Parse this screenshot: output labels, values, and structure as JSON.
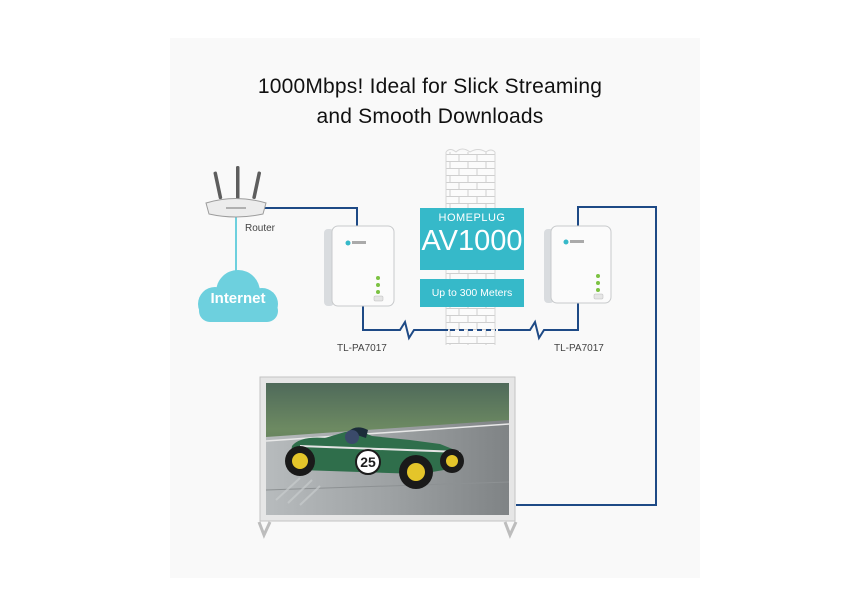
{
  "title": {
    "line1": "1000Mbps! Ideal for Slick Streaming",
    "line2": "and Smooth Downloads"
  },
  "labels": {
    "router": "Router",
    "internet": "Internet",
    "adapter_left": "TL-PA7017",
    "adapter_right": "TL-PA7017"
  },
  "badge": {
    "standard": "HOMEPLUG",
    "speed": "AV1000",
    "range": "Up to 300 Meters"
  },
  "tv": {
    "car_number": "25"
  },
  "colors": {
    "cable": "#1e4a86",
    "accent": "#36b9c9",
    "cloud": "#6dd0de"
  },
  "icons": [
    "router-icon",
    "cloud-icon",
    "powerline-adapter-icon",
    "brick-wall-icon",
    "tv-icon",
    "race-car-icon"
  ]
}
